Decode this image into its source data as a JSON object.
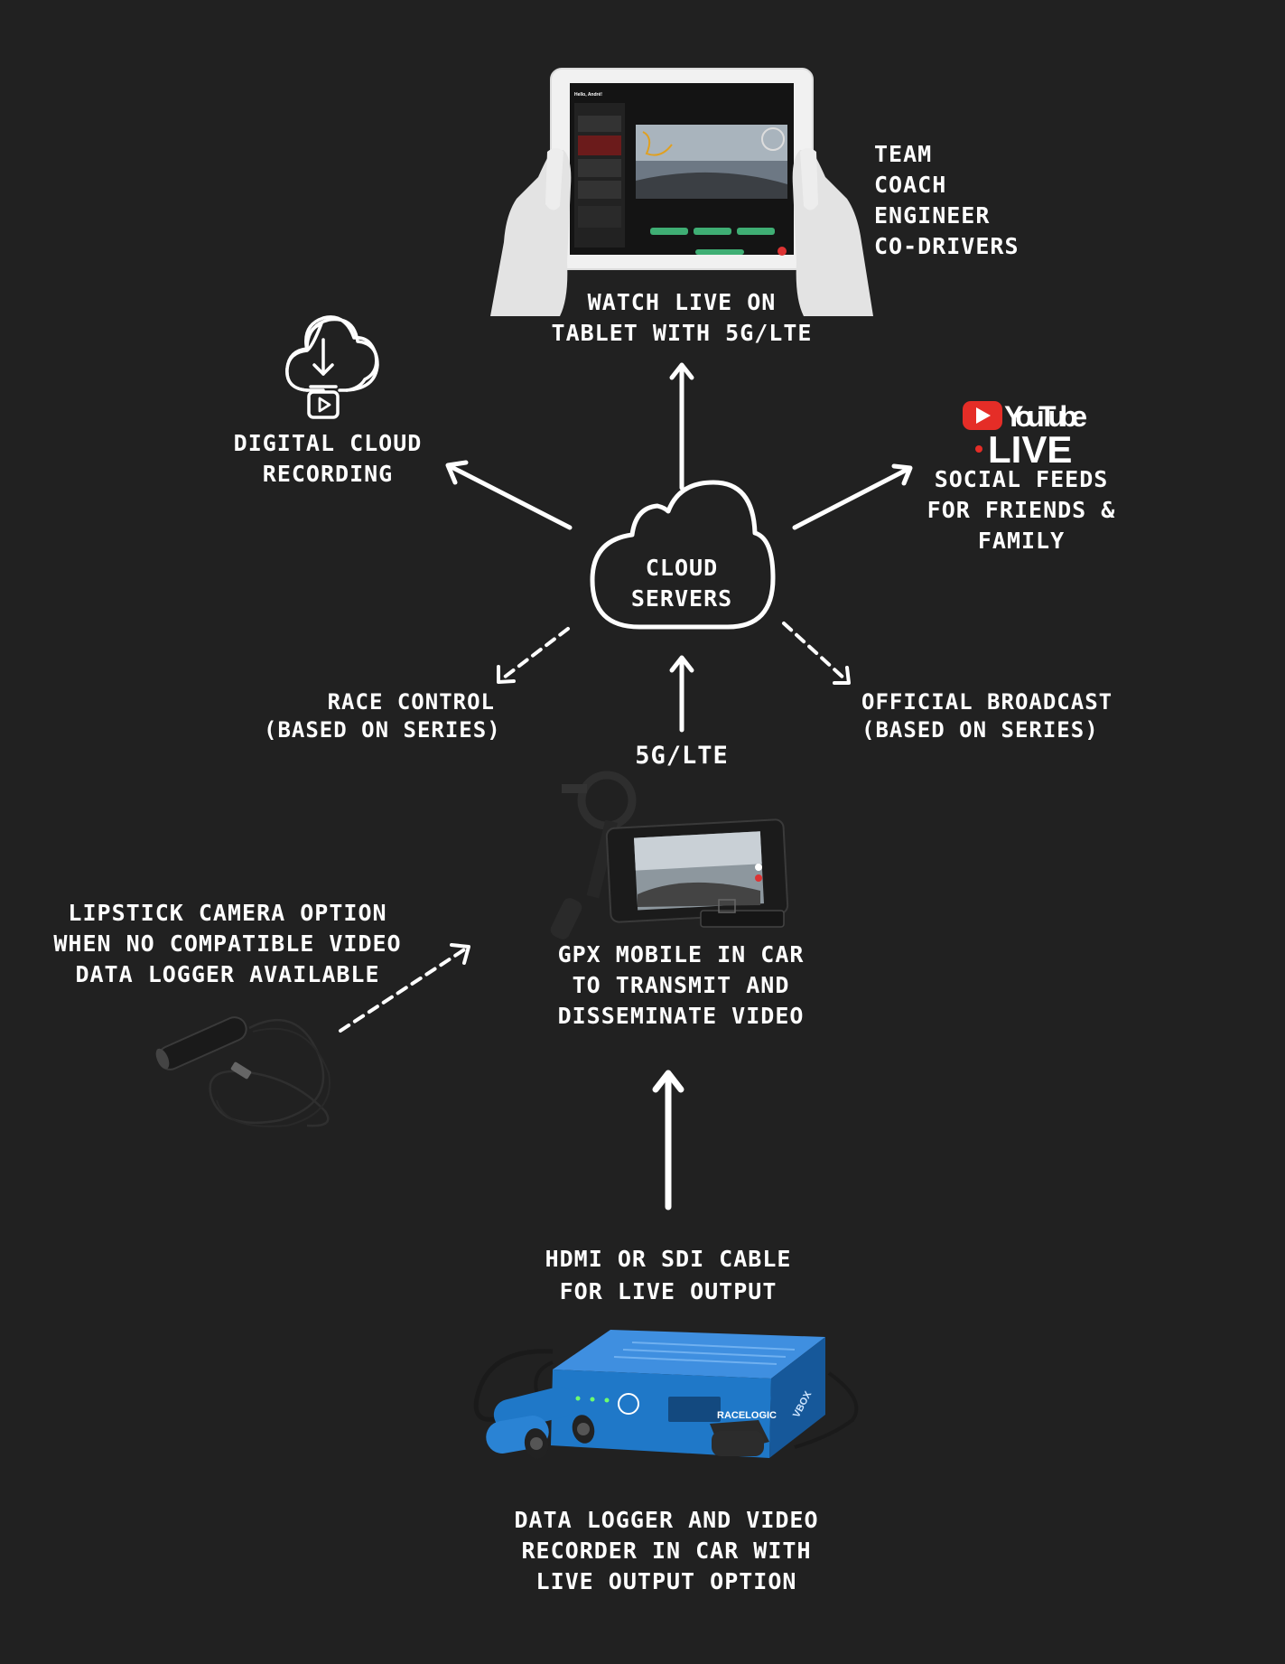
{
  "colors": {
    "background": "#212121",
    "foreground": "#ffffff",
    "youtube_red": "#e52d27",
    "camera_blue": "#1f78c8"
  },
  "tablet": {
    "screen_greeting": "Hello, André!",
    "caption": [
      "WATCH LIVE ON",
      "TABLET WITH 5G/LTE"
    ],
    "audience": [
      "TEAM",
      "COACH",
      "ENGINEER",
      "CO-DRIVERS"
    ]
  },
  "cloud_recording": {
    "icon": "cloud-download-video-icon",
    "caption": [
      "DIGITAL CLOUD",
      "RECORDING"
    ]
  },
  "youtube": {
    "brand": "YouTube",
    "live": "LIVE",
    "caption": [
      "SOCIAL FEEDS",
      "FOR FRIENDS &",
      "FAMILY"
    ]
  },
  "cloud_servers": {
    "icon": "cloud-icon",
    "label": [
      "CLOUD",
      "SERVERS"
    ]
  },
  "race_control": [
    "RACE CONTROL",
    "(BASED ON SERIES)"
  ],
  "broadcast": [
    "OFFICIAL BROADCAST",
    "(BASED ON SERIES)"
  ],
  "link_label": "5G/LTE",
  "lipstick": [
    "LIPSTICK CAMERA OPTION",
    "WHEN NO COMPATIBLE VIDEO",
    "DATA LOGGER AVAILABLE"
  ],
  "gpx": [
    "GPX MOBILE IN CAR",
    "TO TRANSMIT AND",
    "DISSEMINATE VIDEO"
  ],
  "cable": [
    "HDMI OR SDI CABLE",
    "FOR LIVE OUTPUT"
  ],
  "logger": {
    "brand": "RACELOGIC",
    "side_brand": "VBOX",
    "caption": [
      "DATA LOGGER AND VIDEO",
      "RECORDER IN CAR WITH",
      "LIVE OUTPUT OPTION"
    ]
  }
}
